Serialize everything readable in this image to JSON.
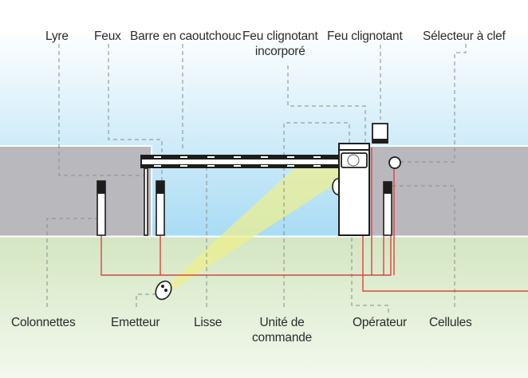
{
  "title": "Composants d'une barrière levante",
  "colors": {
    "sky_top": "#ffffff",
    "sky_bottom": "#a9dcf4",
    "wall": "#b9b9bd",
    "ground_top": "#d3e6c1",
    "ground_bottom": "#f2f8ec",
    "outline": "#1d1d1b",
    "wire": "#e1413f",
    "leader": "#8a8a8a",
    "beam": "#f0f08c"
  },
  "labels_top": [
    {
      "id": "lyre",
      "text": "Lyre"
    },
    {
      "id": "feux",
      "text": "Feux"
    },
    {
      "id": "barre",
      "text": "Barre en caoutchouc"
    },
    {
      "id": "feu-incorpore",
      "text": "Feu clignotant",
      "text2": "incorporé"
    },
    {
      "id": "feu-clignotant",
      "text": "Feu clignotant"
    },
    {
      "id": "selecteur",
      "text": "Sélecteur à clef"
    }
  ],
  "labels_bottom": [
    {
      "id": "colonnettes",
      "text": "Colonnettes"
    },
    {
      "id": "emetteur",
      "text": "Emetteur"
    },
    {
      "id": "lisse",
      "text": "Lisse"
    },
    {
      "id": "unite",
      "text": "Unité de",
      "text2": "commande"
    },
    {
      "id": "operateur",
      "text": "Opérateur"
    },
    {
      "id": "cellules",
      "text": "Cellules"
    }
  ]
}
